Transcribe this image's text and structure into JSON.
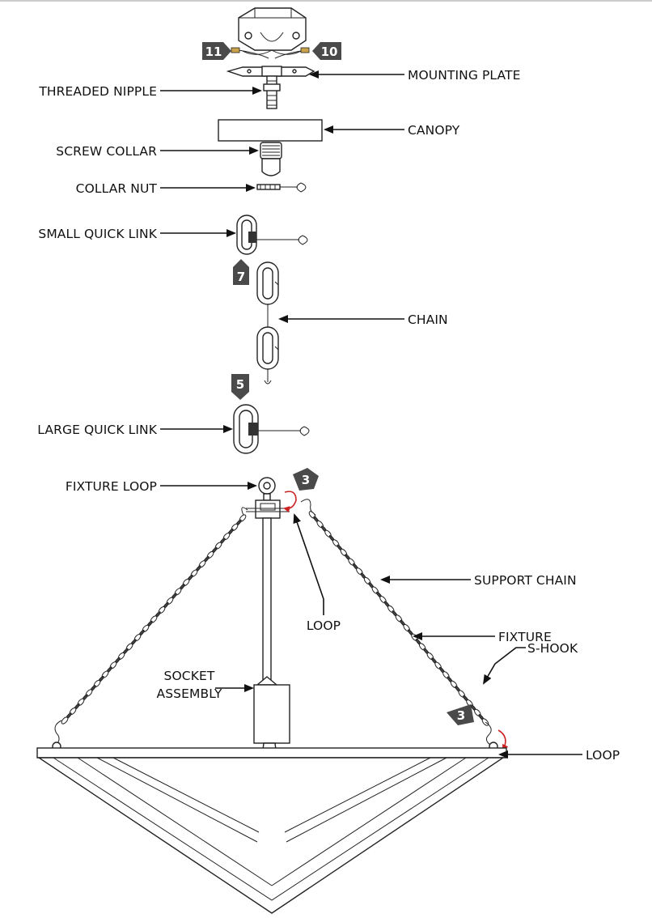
{
  "labels": {
    "mounting_plate": "MOUNTING PLATE",
    "threaded_nipple": "THREADED NIPPLE",
    "canopy": "CANOPY",
    "screw_collar": "SCREW COLLAR",
    "collar_nut": "COLLAR NUT",
    "small_quick_link": "SMALL QUICK LINK",
    "chain": "CHAIN",
    "large_quick_link": "LARGE QUICK LINK",
    "fixture_loop": "FIXTURE LOOP",
    "support_chain": "SUPPORT CHAIN",
    "loop_top": "LOOP",
    "s_hook": "S-HOOK",
    "socket_assembly_1": "SOCKET",
    "socket_assembly_2": "ASSEMBLY",
    "loop_bottom": "LOOP",
    "fixture": "FIXTURE"
  },
  "badges": {
    "b11": "11",
    "b10": "10",
    "b7": "7",
    "b5": "5",
    "b3_top": "3",
    "b3_bottom": "3"
  },
  "colors": {
    "line": "#111111",
    "badge": "#4a4a4a",
    "accent": "#cc2222"
  }
}
